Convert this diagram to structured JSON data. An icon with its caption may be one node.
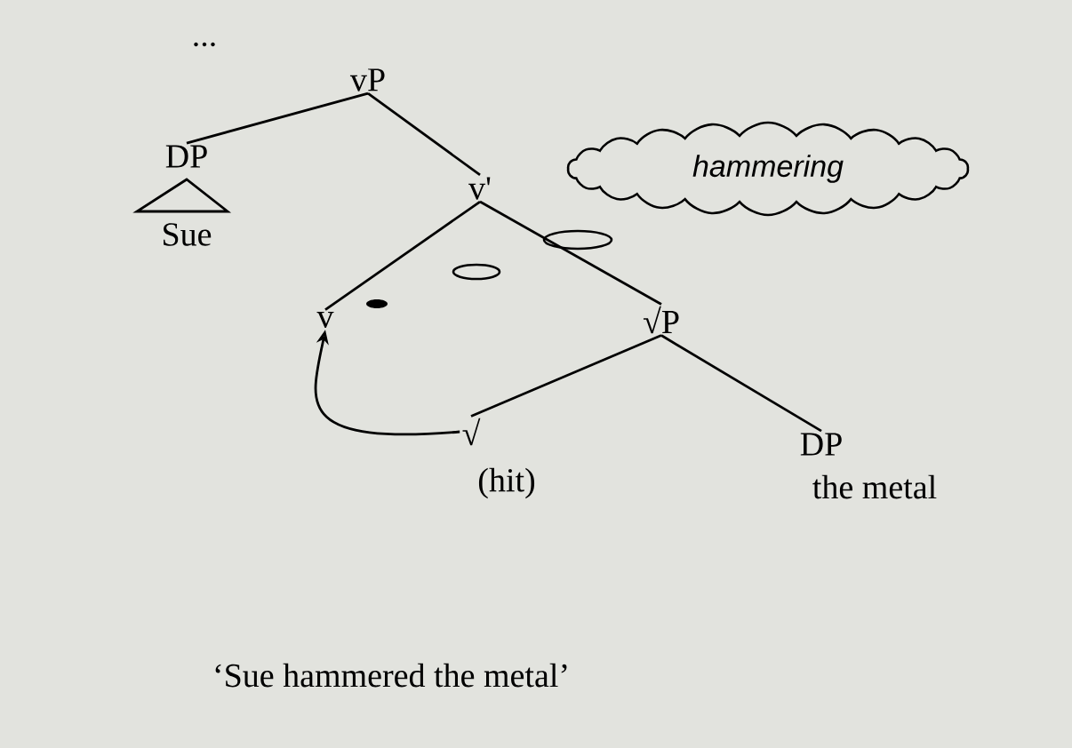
{
  "diagram": {
    "nodes": [
      {
        "text": [
          "vP"
        ]
      },
      {
        "text": [
          "DP"
        ],
        "beside": [
          "Sue"
        ]
      },
      {
        "text": [
          "v'"
        ]
      },
      {
        "text": [
          "v"
        ]
      },
      {
        "text": [
          "√P"
        ]
      },
      {
        "text": [
          "√"
        ],
        "beside": [
          "(hit)"
        ]
      },
      {
        "text": [
          "DP"
        ],
        "beside": [
          "the metal"
        ]
      },
      {
        "text": [
          "hammering"
        ]
      }
    ],
    "edges": [
      {
        "from": 0,
        "to": 1,
        "arrow": "none"
      },
      {
        "from": 0,
        "to": 2,
        "arrow": "none"
      },
      {
        "from": 2,
        "to": 3,
        "arrow": "none"
      },
      {
        "from": 2,
        "to": 4,
        "arrow": "none"
      },
      {
        "from": 4,
        "to": 5,
        "arrow": "none"
      },
      {
        "from": 4,
        "to": 6,
        "arrow": "none"
      },
      {
        "from": 5,
        "to": 3,
        "arrow": "to"
      }
    ],
    "labels": [
      "...",
      "‘Sue hammered the metal’"
    ]
  }
}
